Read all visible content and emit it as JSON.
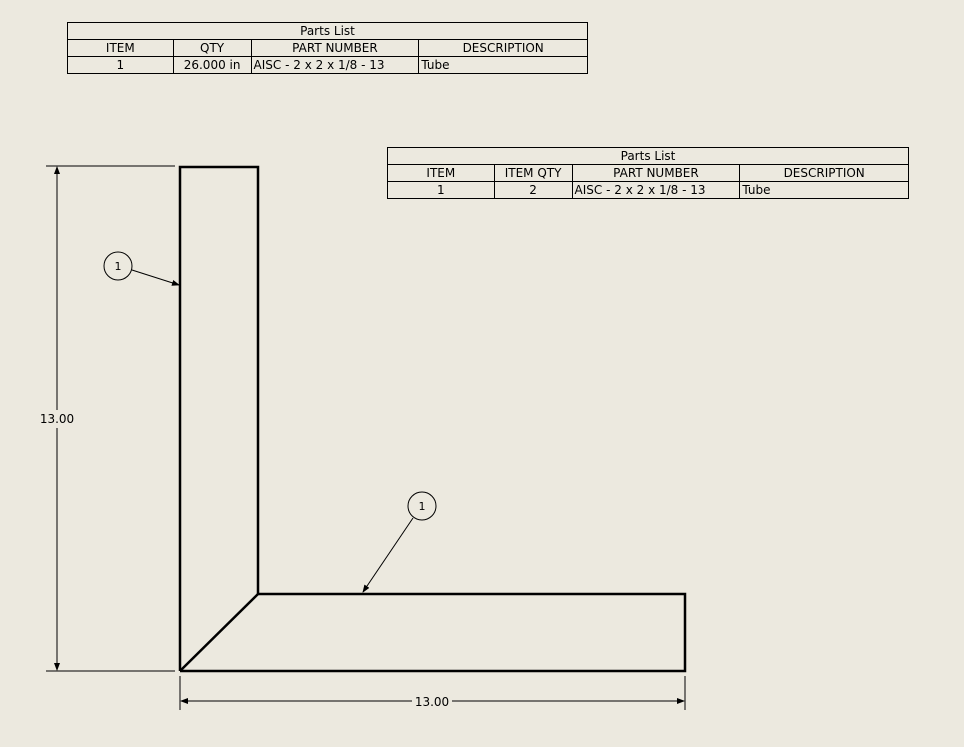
{
  "parts_list_1": {
    "title": "Parts List",
    "headers": [
      "ITEM",
      "QTY",
      "PART NUMBER",
      "DESCRIPTION"
    ],
    "rows": [
      {
        "item": "1",
        "qty": "26.000 in",
        "part_number": "AISC - 2 x 2 x 1/8 - 13",
        "description": "Tube"
      }
    ]
  },
  "parts_list_2": {
    "title": "Parts List",
    "headers": [
      "ITEM",
      "ITEM QTY",
      "PART NUMBER",
      "DESCRIPTION"
    ],
    "rows": [
      {
        "item": "1",
        "qty": "2",
        "part_number": "AISC - 2 x 2 x 1/8 - 13",
        "description": "Tube"
      }
    ]
  },
  "drawing": {
    "vertical_dimension": "13.00",
    "horizontal_dimension": "13.00",
    "balloons": [
      {
        "label": "1",
        "target": "vertical-tube"
      },
      {
        "label": "1",
        "target": "horizontal-tube"
      }
    ],
    "line_color": "#000000",
    "background_color": "#ece9df"
  }
}
